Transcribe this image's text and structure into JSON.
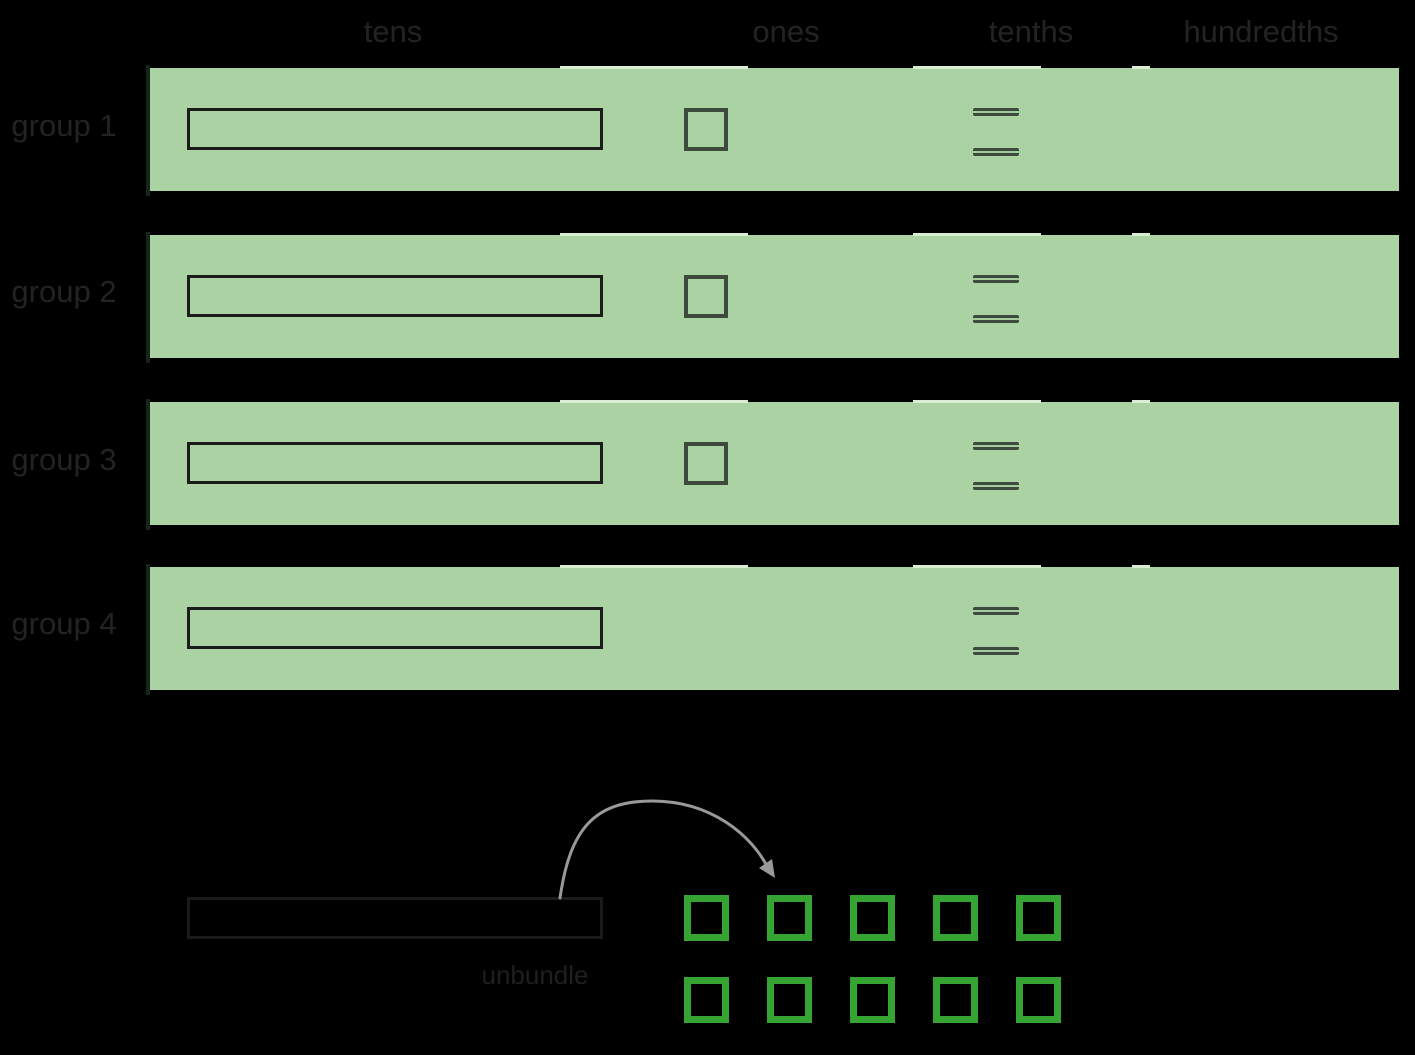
{
  "columns": [
    "tens",
    "ones",
    "tenths",
    "hundredths"
  ],
  "groups": [
    {
      "label": "group 1",
      "pieces": {
        "tens": 1,
        "ones": 1,
        "tenths": 2,
        "hundredths": 0
      }
    },
    {
      "label": "group 2",
      "pieces": {
        "tens": 1,
        "ones": 1,
        "tenths": 2,
        "hundredths": 0
      }
    },
    {
      "label": "group 3",
      "pieces": {
        "tens": 1,
        "ones": 1,
        "tenths": 2,
        "hundredths": 0
      }
    },
    {
      "label": "group 4",
      "pieces": {
        "tens": 1,
        "ones": 0,
        "tenths": 2,
        "hundredths": 0
      }
    }
  ],
  "unbundle": {
    "label": "unbundle",
    "tens_bars": 1,
    "unbundled_squares": 10,
    "arrow_icon": "curved-arrow-right"
  },
  "colors": {
    "background": "#000000",
    "band_green": "#aad2a2",
    "piece_stroke": "#3d4a3d",
    "bar_stroke": "#1c1c1c",
    "bright_green": "#36a432",
    "arrow_gray": "#999999",
    "text": "#232323"
  }
}
